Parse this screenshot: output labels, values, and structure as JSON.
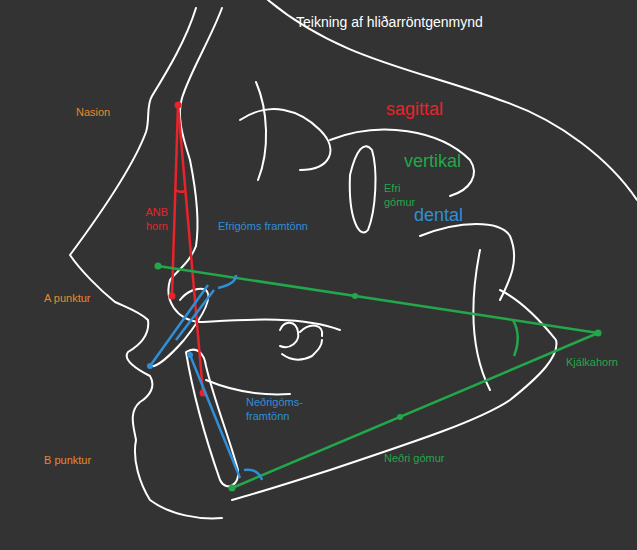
{
  "diagram": {
    "title": "Teikning af hliðarröntgenmynd",
    "labels": [
      "sagittal",
      "vertikal",
      "dental",
      "Nasion",
      "ANB horn",
      "Efrigóms framtönn",
      "Efri gómur",
      "A punktur",
      "Kjálkahorn",
      "Neðrigóms- framtönn",
      "B punktur",
      "Neðri gómur"
    ]
  }
}
